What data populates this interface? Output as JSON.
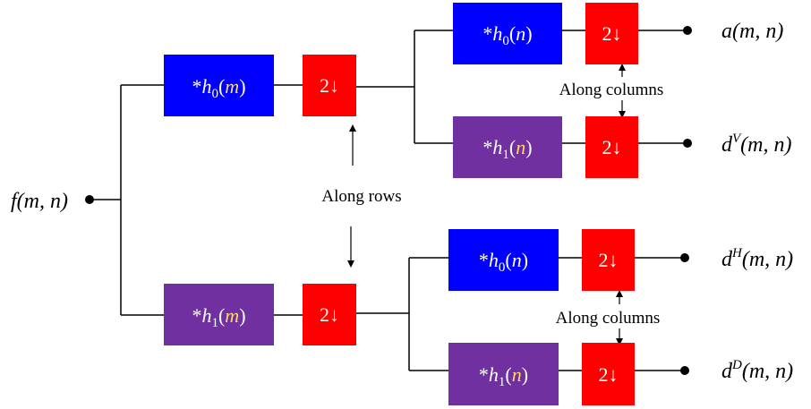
{
  "input": {
    "func": "f",
    "args": "(m, n)"
  },
  "filters": {
    "row_low": {
      "prefix": "*",
      "base": "h",
      "sub": "0",
      "var": "m",
      "color": "#0000ff"
    },
    "row_high": {
      "prefix": "*",
      "base": "h",
      "sub": "1",
      "var": "m",
      "color": "#7030a0"
    },
    "col_low": {
      "prefix": "*",
      "base": "h",
      "sub": "0",
      "var": "n",
      "color": "#0000ff"
    },
    "col_high": {
      "prefix": "*",
      "base": "h",
      "sub": "1",
      "var": "n",
      "color": "#7030a0"
    }
  },
  "downsample": {
    "label": "2↓",
    "color": "#ff0000"
  },
  "annotations": {
    "rows": "Along rows",
    "columns": "Along columns"
  },
  "outputs": {
    "a": {
      "base": "a",
      "sup": "",
      "args": "(m, n)"
    },
    "dV": {
      "base": "d",
      "sup": "V",
      "args": "(m, n)"
    },
    "dH": {
      "base": "d",
      "sup": "H",
      "args": "(m, n)"
    },
    "dD": {
      "base": "d",
      "sup": "D",
      "args": "(m, n)"
    }
  },
  "colors": {
    "line": "#000000",
    "var_highlight": "#ffd966",
    "text_on_box": "#ffffff"
  }
}
